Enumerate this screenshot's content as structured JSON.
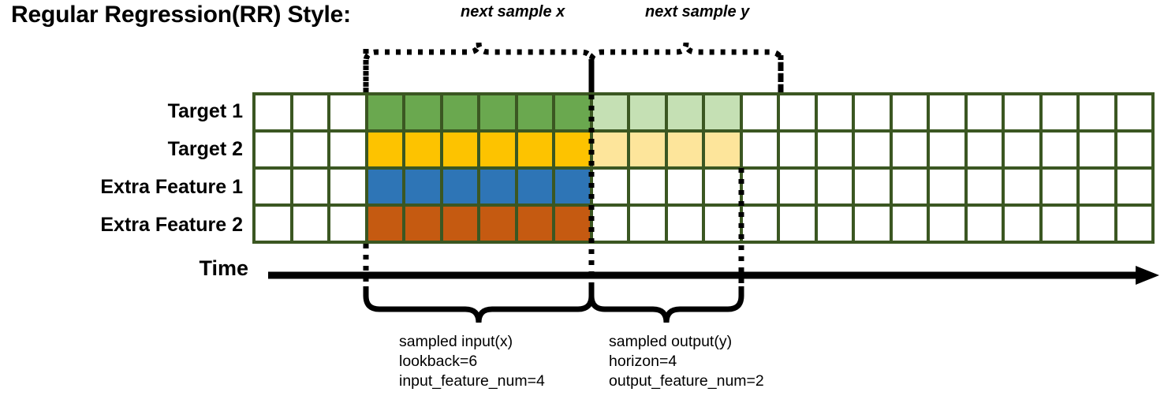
{
  "title": "Regular Regression(RR) Style:",
  "annotations": {
    "next_sample_x": "next sample x",
    "next_sample_y": "next sample y"
  },
  "rows": [
    {
      "label": "Target 1",
      "color_key": "green"
    },
    {
      "label": "Target 2",
      "color_key": "yellow"
    },
    {
      "label": "Extra Feature 1",
      "color_key": "blue"
    },
    {
      "label": "Extra Feature 2",
      "color_key": "orange"
    }
  ],
  "colors": {
    "grid_line": "#3b5722",
    "empty": "#ffffff",
    "green": "#6aa84f",
    "green_light": "#c5e0b4",
    "yellow": "#fdc300",
    "yellow_light": "#fde59b",
    "blue": "#2e75b6",
    "orange": "#c55a11",
    "axis": "#000000",
    "brace": "#000000"
  },
  "grid": {
    "columns": 24,
    "rows": 4,
    "pad_start_cols": 3,
    "input_cols": 6,
    "output_cols": 4,
    "trailing_cols": 11,
    "fill": [
      [
        "empty",
        "empty",
        "empty",
        "green",
        "green",
        "green",
        "green",
        "green",
        "green",
        "green_light",
        "green_light",
        "green_light",
        "green_light",
        "empty",
        "empty",
        "empty",
        "empty",
        "empty",
        "empty",
        "empty",
        "empty",
        "empty",
        "empty",
        "empty"
      ],
      [
        "empty",
        "empty",
        "empty",
        "yellow",
        "yellow",
        "yellow",
        "yellow",
        "yellow",
        "yellow",
        "yellow_light",
        "yellow_light",
        "yellow_light",
        "yellow_light",
        "empty",
        "empty",
        "empty",
        "empty",
        "empty",
        "empty",
        "empty",
        "empty",
        "empty",
        "empty",
        "empty"
      ],
      [
        "empty",
        "empty",
        "empty",
        "blue",
        "blue",
        "blue",
        "blue",
        "blue",
        "blue",
        "empty",
        "empty",
        "empty",
        "empty",
        "empty",
        "empty",
        "empty",
        "empty",
        "empty",
        "empty",
        "empty",
        "empty",
        "empty",
        "empty",
        "empty"
      ],
      [
        "empty",
        "empty",
        "empty",
        "orange",
        "orange",
        "orange",
        "orange",
        "orange",
        "orange",
        "empty",
        "empty",
        "empty",
        "empty",
        "empty",
        "empty",
        "empty",
        "empty",
        "empty",
        "empty",
        "empty",
        "empty",
        "empty",
        "empty",
        "empty"
      ]
    ]
  },
  "time_axis": {
    "label": "Time"
  },
  "captions": {
    "input": "sampled input(x)\nlookback=6\ninput_feature_num=4",
    "output": "sampled output(y)\nhorizon=4\noutput_feature_num=2"
  }
}
